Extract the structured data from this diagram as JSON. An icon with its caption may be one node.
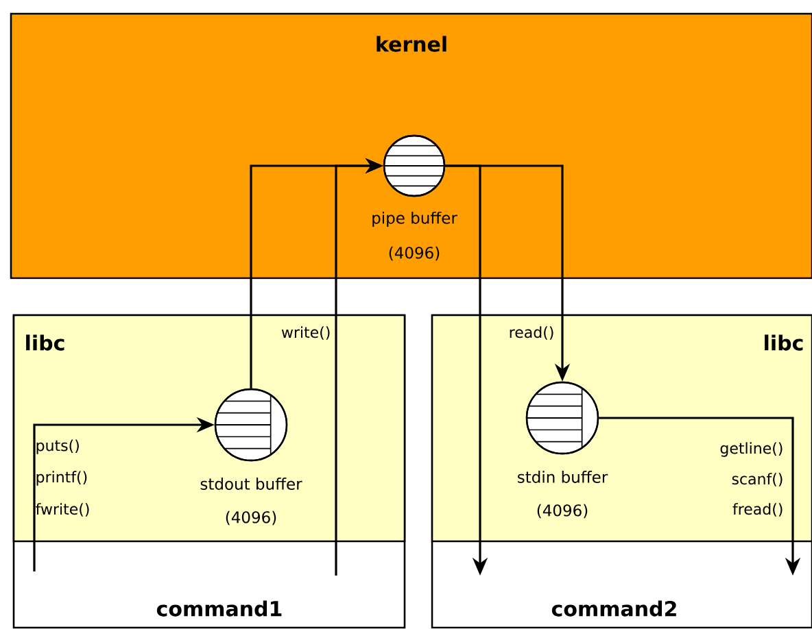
{
  "diagram": {
    "nodes": [
      {
        "text": [
          "kernel"
        ]
      },
      {
        "text": [],
        "shape": "circle",
        "beside": [
          "pipe buffer",
          "(4096)"
        ],
        "in": 0
      },
      {
        "text": [
          "command1"
        ]
      },
      {
        "text": [
          "libc"
        ],
        "in": 2
      },
      {
        "text": [],
        "shape": "circle",
        "beside": [
          "stdout buffer",
          "(4096)"
        ],
        "in": 3
      },
      {
        "text": [
          "command2"
        ]
      },
      {
        "text": [
          "libc"
        ],
        "in": 5
      },
      {
        "text": [],
        "shape": "circle",
        "beside": [
          "stdin buffer",
          "(4096)"
        ],
        "in": 6
      }
    ],
    "edges": [
      {
        "from": null,
        "to": 4,
        "arrow": "to"
      },
      {
        "from": 4,
        "to": 1,
        "arrow": "to"
      },
      {
        "from": null,
        "to": 1,
        "arrow": "to"
      },
      {
        "from": 1,
        "to": 7,
        "arrow": "to"
      },
      {
        "from": 1,
        "to": null,
        "arrow": "to"
      },
      {
        "from": 7,
        "to": null,
        "arrow": "to"
      }
    ],
    "labels": [
      "write()",
      "puts()",
      "printf()",
      "fwrite()",
      "read()",
      "getline()",
      "scanf()",
      "fread()"
    ]
  }
}
